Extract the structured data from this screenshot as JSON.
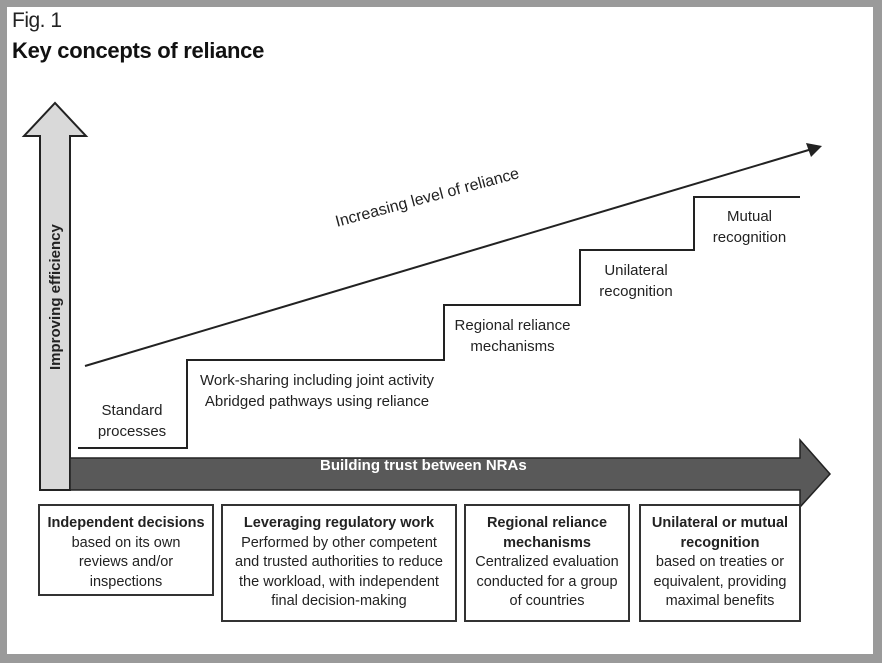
{
  "figure": {
    "label": "Fig. 1",
    "title": "Key concepts of reliance"
  },
  "axes": {
    "y_label": "Improving efficiency",
    "x_label": "Building trust between NRAs",
    "trend_label": "Increasing level of reliance"
  },
  "steps": [
    {
      "line1": "Standard",
      "line2": "processes"
    },
    {
      "line1": "Work-sharing including joint activity",
      "line2": "Abridged pathways using reliance"
    },
    {
      "line1": "Regional reliance",
      "line2": "mechanisms"
    },
    {
      "line1": "Unilateral",
      "line2": "recognition"
    },
    {
      "line1": "Mutual",
      "line2": "recognition"
    }
  ],
  "boxes": [
    {
      "title": "Independent decisions",
      "body_lines": [
        "based on its own",
        "reviews and/or",
        "inspections"
      ]
    },
    {
      "title": "Leveraging regulatory work",
      "body_lines": [
        "Performed by other competent",
        "and trusted authorities to reduce",
        "the workload, with independent",
        "final decision-making"
      ]
    },
    {
      "title_lines": [
        "Regional reliance",
        "mechanisms"
      ],
      "body_lines": [
        "Centralized evaluation",
        "conducted for a group",
        "of countries"
      ]
    },
    {
      "title_lines": [
        "Unilateral or mutual",
        "recognition"
      ],
      "body_lines": [
        "based on treaties or",
        "equivalent, providing",
        "maximal benefits"
      ]
    }
  ],
  "colors": {
    "arrow_fill": "#595959",
    "y_arrow_fill": "#d9d9d9",
    "stroke": "#222222",
    "background_outer": "#9a9a9a"
  }
}
